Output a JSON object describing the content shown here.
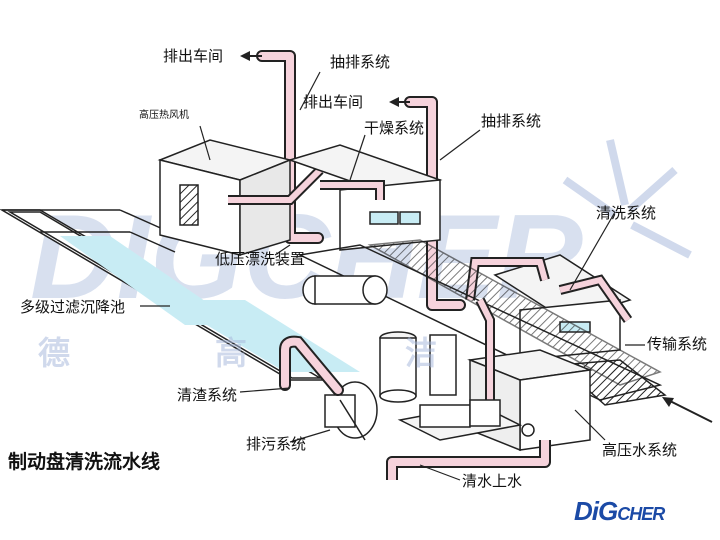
{
  "title": "制动盘清洗流水线",
  "labels": {
    "exhaust_out_1": "排出车间",
    "exhaust_system_1": "抽排系统",
    "exhaust_out_2": "排出车间",
    "exhaust_system_2": "抽排系统",
    "hot_air_blower": "高压热风机",
    "drying_system": "干燥系统",
    "washing_system": "清洗系统",
    "low_pressure_rinse": "低压漂洗装置",
    "filter_tank": "多级过滤沉降池",
    "conveyor_system": "传输系统",
    "slag_removal": "清渣系统",
    "sewage_system": "排污系统",
    "high_pressure_water": "高压水系统",
    "clean_water_supply": "清水上水"
  },
  "watermark": {
    "brand": "DIGCHER",
    "chars": [
      "德",
      "高",
      "洁"
    ],
    "color": "#aabbdd"
  },
  "logo": {
    "text_big": "DiG",
    "text_small": "CHER",
    "color": "#1b4aa6"
  }
}
